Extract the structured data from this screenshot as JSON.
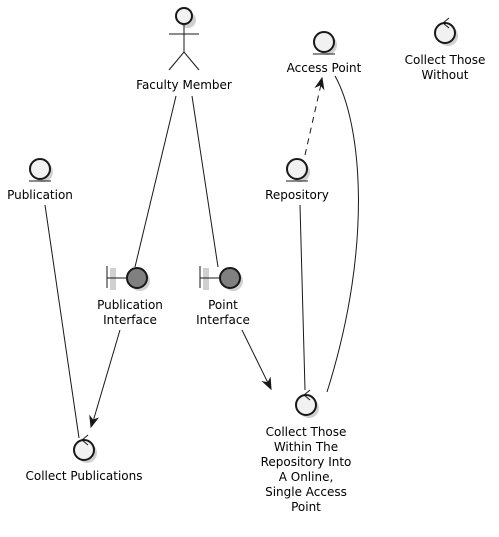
{
  "diagram": {
    "nodes": {
      "faculty_member": {
        "label": [
          "Faculty Member"
        ],
        "kind": "actor"
      },
      "access_point": {
        "label": [
          "Access Point"
        ],
        "kind": "entity"
      },
      "collect_without": {
        "label": [
          "Collect Those",
          "Without"
        ],
        "kind": "control"
      },
      "publication": {
        "label": [
          "Publication"
        ],
        "kind": "entity"
      },
      "repository": {
        "label": [
          "Repository"
        ],
        "kind": "entity"
      },
      "publication_interface": {
        "label": [
          "Publication",
          "Interface"
        ],
        "kind": "boundary"
      },
      "point_interface": {
        "label": [
          "Point",
          "Interface"
        ],
        "kind": "boundary"
      },
      "collect_within": {
        "label": [
          "Collect Those",
          "Within The",
          "Repository Into",
          "A Online,",
          "Single Access",
          "Point"
        ],
        "kind": "control"
      },
      "collect_publications": {
        "label": [
          "Collect Publications"
        ],
        "kind": "control"
      }
    },
    "edges": [
      {
        "from": "faculty_member",
        "to": "publication_interface",
        "style": "solid",
        "arrow": false
      },
      {
        "from": "faculty_member",
        "to": "point_interface",
        "style": "solid",
        "arrow": false
      },
      {
        "from": "repository",
        "to": "access_point",
        "style": "dashed",
        "arrow": true
      },
      {
        "from": "publication",
        "to": "collect_publications",
        "style": "solid",
        "arrow": false
      },
      {
        "from": "publication_interface",
        "to": "collect_publications",
        "style": "solid",
        "arrow": true
      },
      {
        "from": "point_interface",
        "to": "collect_within",
        "style": "solid",
        "arrow": true
      },
      {
        "from": "repository",
        "to": "collect_within",
        "style": "solid",
        "arrow": false
      },
      {
        "from": "collect_within",
        "to": "access_point",
        "style": "solid",
        "arrow": false
      }
    ],
    "colors": {
      "shape_fill": "#f1f1f1",
      "stroke": "#181818",
      "boundary_fill": "#808080",
      "shadow": "#d0d0d0"
    }
  }
}
